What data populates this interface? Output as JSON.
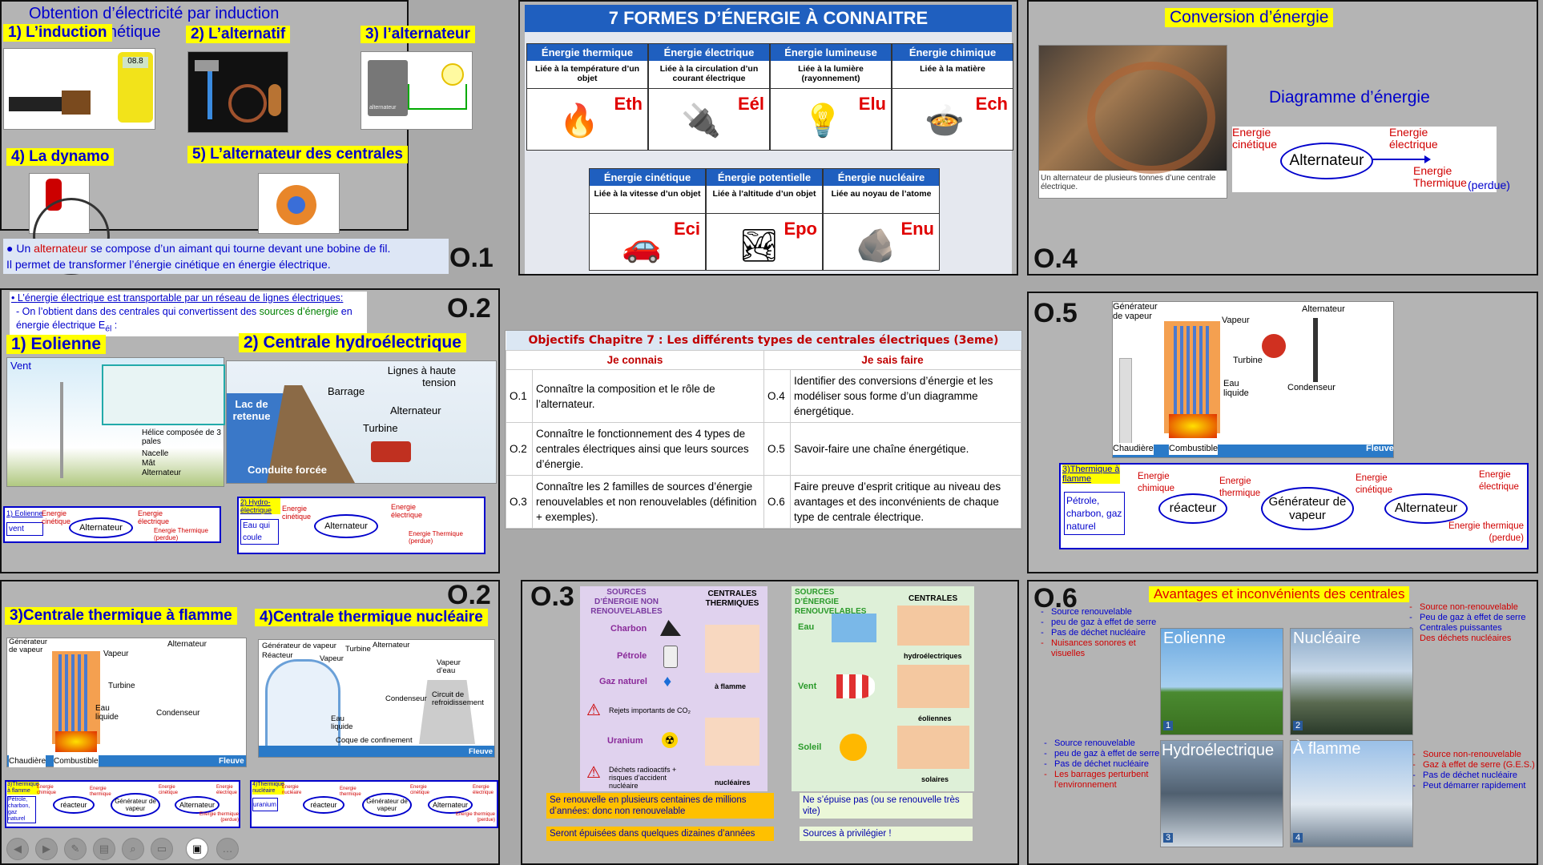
{
  "o1": {
    "title": "Obtention d’électricité par induction électromagnétique",
    "items": [
      "1) L’induction",
      "2) L’alternatif",
      "3) l’alternateur",
      "4) La dynamo",
      "5) L’alternateur des centrales"
    ],
    "multimeter_display": "08.8",
    "alternateur_label": "alternateur",
    "bullet1_pre": "Un ",
    "bullet1_red": "alternateur",
    "bullet1_post": " se compose d’un aimant qui tourne devant une bobine de fil.",
    "bullet2": "Il permet de transformer l’énergie cinétique en énergie électrique.",
    "code": "O.1"
  },
  "energies": {
    "title": "7 FORMES D’ÉNERGIE À CONNAITRE",
    "row1": [
      {
        "name": "Énergie thermique",
        "desc": "Liée à la température d’un objet",
        "sym": "Eth",
        "icon": "fire-icon"
      },
      {
        "name": "Énergie électrique",
        "desc": "Liée à la circulation d’un courant électrique",
        "sym": "Eél",
        "icon": "plug-icon"
      },
      {
        "name": "Énergie lumineuse",
        "desc": "Liée à la lumière (rayonnement)",
        "sym": "Elu",
        "icon": "bulb-icon"
      },
      {
        "name": "Énergie chimique",
        "desc": "Liée à la matière",
        "sym": "Ech",
        "icon": "food-icon"
      }
    ],
    "row2": [
      {
        "name": "Énergie cinétique",
        "desc": "Liée à la vitesse d’un objet",
        "sym": "Eci",
        "icon": "car-icon"
      },
      {
        "name": "Énergie potentielle",
        "desc": "Liée à l’altitude d’un objet",
        "sym": "Epo",
        "icon": "dam-icon"
      },
      {
        "name": "Énergie nucléaire",
        "desc": "Liée au noyau de l’atome",
        "sym": "Enu",
        "icon": "rock-icon"
      }
    ]
  },
  "o4": {
    "title": "Conversion d’énergie",
    "caption": "Un alternateur de plusieurs tonnes d’une centrale électrique.",
    "diagram_title": "Diagramme d’énergie",
    "in_label": "Energie cinétique",
    "node": "Alternateur",
    "out1": "Energie électrique",
    "out2_a": "Energie Thermique",
    "out2_b": "(perdue)",
    "code": "O.4"
  },
  "o2a": {
    "code": "O.2",
    "bullet1": "L’énergie électrique est transportable par un réseau de lignes électriques:",
    "bullet2_a": "On l’obtient dans des centrales qui convertissent des ",
    "bullet2_green": "sources d’énergie",
    "bullet2_b": " en énergie électrique E",
    "bullet2_sub": "él",
    "bullet2_c": " :",
    "eol_title": "1) Eolienne",
    "hydro_title": "2) Centrale hydroélectrique",
    "eol_labels": {
      "vent": "Vent",
      "l1": "Hélice composée de 3 pales",
      "l2": "Nacelle",
      "l3": "Mât",
      "l4": "Alternateur"
    },
    "hydro_labels": {
      "lignes": "Lignes à haute tension",
      "barrage": "Barrage",
      "lac": "Lac de retenue",
      "alternateur": "Alternateur",
      "turbine": "Turbine",
      "conduite": "Conduite forcée"
    },
    "d1": {
      "tag": "1) Eolienne",
      "src": "vent",
      "in": "Energie cinétique",
      "node": "Alternateur",
      "out1": "Energie électrique",
      "out2": "Energie Thermique (perdue)"
    },
    "d2": {
      "tag": "2) Hydro-électrique",
      "src": "Eau qui coule",
      "in": "Energie cinétique",
      "node": "Alternateur",
      "out1": "Energie électrique",
      "out2": "Energie Thermique (perdue)"
    }
  },
  "objectives": {
    "title": "Objectifs Chapitre 7 : Les différents types de centrales électriques (3eme)",
    "col1": "Je connais",
    "col2": "Je sais faire",
    "rows": [
      {
        "c1": "O.1",
        "t1": "Connaître la composition et le rôle de l’alternateur.",
        "c2": "O.4",
        "t2": "Identifier des conversions d’énergie et les modéliser sous forme d’un diagramme énergétique."
      },
      {
        "c1": "O.2",
        "t1": "Connaître le fonctionnement des 4 types de centrales électriques ainsi que leurs sources d’énergie.",
        "c2": "O.5",
        "t2": "Savoir-faire une chaîne énergétique."
      },
      {
        "c1": "O.3",
        "t1": "Connaître les 2 familles de sources d’énergie renouvelables et non renouvelables (définition + exemples).",
        "c2": "O.6",
        "t2": "Faire preuve d’esprit critique au niveau des avantages et des inconvénients de chaque type de centrale électrique."
      }
    ]
  },
  "o5": {
    "code": "O.5",
    "labels": {
      "gv": "Générateur de vapeur",
      "vapeur": "Vapeur",
      "alt": "Alternateur",
      "turbine": "Turbine",
      "eau": "Eau liquide",
      "cond": "Condenseur",
      "chaud": "Chaudière",
      "comb": "Combustible",
      "fleuve": "Fleuve"
    },
    "tag": "3)Thermique à flamme",
    "src": "Pétrole, charbon, gaz naturel",
    "e1": "Energie chimique",
    "n1": "réacteur",
    "e2": "Energie thermique",
    "n2": "Générateur de vapeur",
    "e3": "Energie cinétique",
    "n3": "Alternateur",
    "out1": "Energie électrique",
    "out2": "Energie thermique (perdue)"
  },
  "o2b": {
    "code": "O.2",
    "t3": "3)Centrale thermique à flamme",
    "t4": "4)Centrale thermique nucléaire",
    "flame_labels": {
      "gv": "Générateur de vapeur",
      "vapeur": "Vapeur",
      "alt": "Alternateur",
      "turbine": "Turbine",
      "eau": "Eau liquide",
      "cond": "Condenseur",
      "chaud": "Chaudière",
      "comb": "Combustible",
      "fleuve": "Fleuve"
    },
    "nuc_labels": {
      "gv": "Générateur de vapeur",
      "reacteur": "Réacteur",
      "turbine": "Turbine",
      "alt": "Alternateur",
      "vapeur": "Vapeur",
      "vapeau": "Vapeur d’eau",
      "eau": "Eau liquide",
      "cond": "Condenseur",
      "circuit": "Circuit de refroidissement",
      "coque": "Coque de confinement",
      "fleuve": "Fleuve"
    },
    "d3": {
      "tag": "3)Thermique à flamme",
      "src": "Pétrole, charbon, gaz naturel",
      "n1": "réacteur",
      "n2": "Générateur de vapeur",
      "n3": "Alternateur"
    },
    "d4": {
      "tag": "4)Thermique nucléaire",
      "src": "uranium",
      "n1": "réacteur",
      "n2": "Générateur de vapeur",
      "n3": "Alternateur"
    },
    "small_labels": {
      "chim": "Energie chimique",
      "therm": "Energie thermique",
      "cin": "Energie cinétique",
      "elec": "Energie électrique",
      "perdue": "Energie thermique (perdue)",
      "nuc": "Energie nucléaire"
    }
  },
  "o3": {
    "code": "O.3",
    "left_head": "SOURCES D’ÉNERGIE NON RENOUVELABLES",
    "left_head2": "CENTRALES THERMIQUES",
    "left_items": [
      "Charbon",
      "Pétrole",
      "Gaz naturel"
    ],
    "warn1": "Rejets importants de CO₂",
    "uranium": "Uranium",
    "warn2": "Déchets radioactifs + risques d’accident nucléaire",
    "cap_flamme": "à flamme",
    "cap_nuc": "nucléaires",
    "right_head": "SOURCES D’ÉNERGIE RENOUVELABLES",
    "right_head2": "CENTRALES",
    "right_items": [
      "Eau",
      "Vent",
      "Soleil"
    ],
    "right_caps": [
      "hydroélectriques",
      "éoliennes",
      "solaires"
    ],
    "box1": "Se renouvelle en plusieurs centaines de millions d’années: donc non renouvelable",
    "box2": "Seront épuisées dans quelques dizaines d’années",
    "box3": "Ne s’épuise pas (ou se renouvelle très vite)",
    "box4": "Sources à privilégier !"
  },
  "o6": {
    "code": "O.6",
    "title": "Avantages et inconvénients des centrales",
    "tiles": [
      {
        "name": "Eolienne",
        "num": "1"
      },
      {
        "name": "Nucléaire",
        "num": "2"
      },
      {
        "name": "Hydroélectrique",
        "num": "3"
      },
      {
        "name": "À flamme",
        "num": "4"
      }
    ],
    "eol": [
      {
        "t": "Source renouvelable",
        "c": "blue"
      },
      {
        "t": "peu de gaz à effet de serre",
        "c": "blue"
      },
      {
        "t": "Pas de déchet nucléaire",
        "c": "blue"
      },
      {
        "t": "Nuisances sonores et visuelles",
        "c": "red"
      }
    ],
    "nuc": [
      {
        "t": "Source non-renouvelable",
        "c": "red"
      },
      {
        "t": "Peu de gaz à effet de serre",
        "c": "blue"
      },
      {
        "t": "Centrales puissantes",
        "c": "blue"
      },
      {
        "t": "Des déchets nucléaires",
        "c": "red"
      }
    ],
    "hydro": [
      {
        "t": "Source renouvelable",
        "c": "blue"
      },
      {
        "t": "peu de gaz à effet de serre",
        "c": "blue"
      },
      {
        "t": "Pas de déchet nucléaire",
        "c": "blue"
      },
      {
        "t": "Les barrages perturbent l’environnement",
        "c": "red"
      }
    ],
    "flamme": [
      {
        "t": "Source non-renouvelable",
        "c": "red"
      },
      {
        "t": "Gaz à effet de serre (G.E.S.)",
        "c": "red"
      },
      {
        "t": "Pas de déchet nucléaire",
        "c": "blue"
      },
      {
        "t": "Peut démarrer rapidement",
        "c": "blue"
      }
    ]
  },
  "toolbar": {
    "icons": [
      "prev-icon",
      "next-icon",
      "pen-icon",
      "slides-icon",
      "zoom-icon",
      "subtitle-icon",
      "camera-icon",
      "more-icon"
    ]
  },
  "colors": {
    "yellow": "#ffff00",
    "blue": "#0000cc",
    "red": "#d00000",
    "header_blue": "#1f5fbf"
  }
}
